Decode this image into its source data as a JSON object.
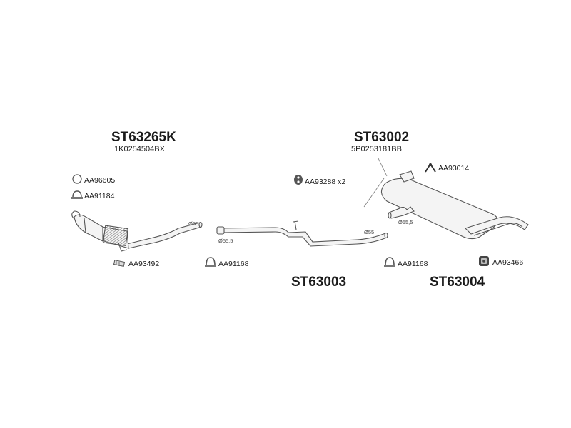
{
  "assemblies": [
    {
      "code": "ST63265K",
      "oem": "1K0254504BX"
    },
    {
      "code": "ST63002",
      "oem": "5P0253181BB"
    },
    {
      "code": "ST63003"
    },
    {
      "code": "ST63004"
    }
  ],
  "parts": {
    "ring": "AA96605",
    "clamp_left": "AA91184",
    "bolt": "AA93492",
    "clamp_mid": "AA91168",
    "hanger_mid": "AA93288 x2",
    "bracket": "AA93014",
    "clamp_right": "AA91168",
    "rubber_mount": "AA93466"
  },
  "diameters": {
    "cat_outlet": "Ø55",
    "mid_inlet": "Ø55,5",
    "mid_outlet": "Ø55",
    "rear_inlet": "Ø55,5"
  },
  "colors": {
    "stroke": "#555555",
    "pipe_fill": "#f4f4f4",
    "text": "#1a1a1a"
  }
}
